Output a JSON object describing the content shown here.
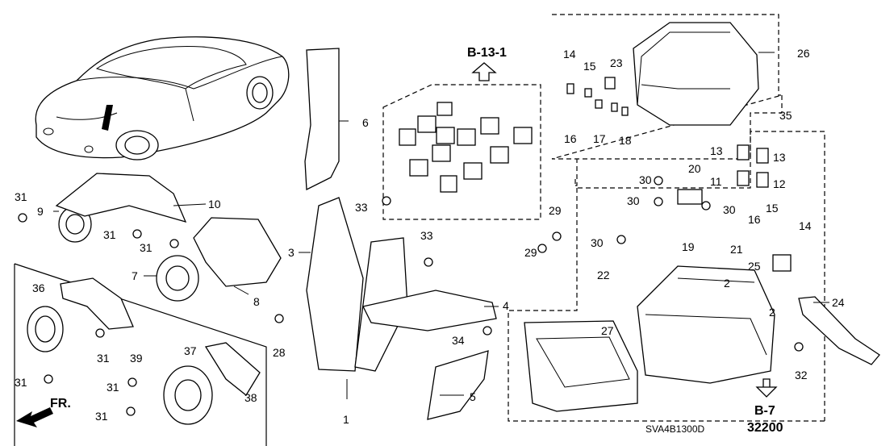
{
  "diagram": {
    "refs": {
      "b13": "B-13-1",
      "b7": "B-7",
      "b7code": "32200",
      "fr": "FR.",
      "figure_code": "SVA4B1300D"
    },
    "callouts": {
      "c1": "1",
      "c2a": "2",
      "c2b": "2",
      "c3": "3",
      "c4": "4",
      "c5": "5",
      "c6": "6",
      "c7": "7",
      "c8": "8",
      "c9": "9",
      "c10": "10",
      "c11": "11",
      "c12": "12",
      "c13a": "13",
      "c13b": "13",
      "c14a": "14",
      "c14b": "14",
      "c15a": "15",
      "c15b": "15",
      "c16a": "16",
      "c16b": "16",
      "c17": "17",
      "c18": "18",
      "c19": "19",
      "c20": "20",
      "c21": "21",
      "c22": "22",
      "c23": "23",
      "c24": "24",
      "c25": "25",
      "c26": "26",
      "c27": "27",
      "c28": "28",
      "c29a": "29",
      "c29b": "29",
      "c30a": "30",
      "c30b": "30",
      "c30c": "30",
      "c30d": "30",
      "c31a": "31",
      "c31b": "31",
      "c31c": "31",
      "c31d": "31",
      "c31e": "31",
      "c31f": "31",
      "c31g": "31",
      "c32": "32",
      "c33a": "33",
      "c33b": "33",
      "c34": "34",
      "c35": "35",
      "c36": "36",
      "c37": "37",
      "c38": "38",
      "c39": "39"
    }
  }
}
